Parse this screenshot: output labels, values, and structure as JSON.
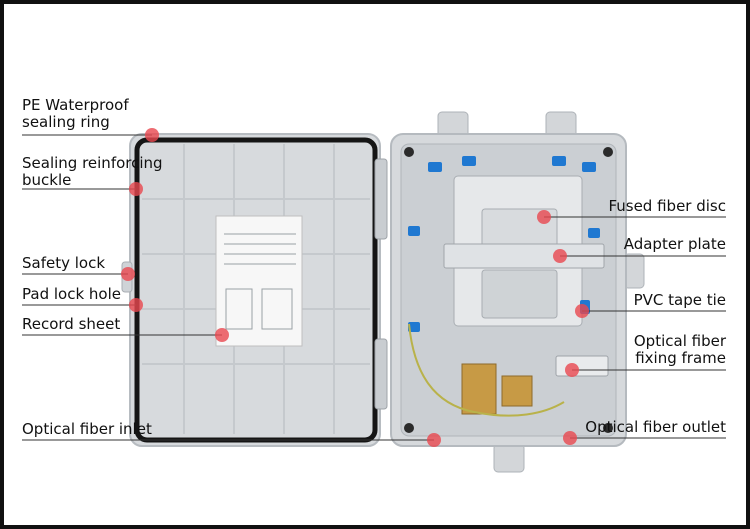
{
  "labels_left": [
    {
      "key": "pe",
      "text_lines": [
        "PE Waterproof",
        "sealing ring"
      ]
    },
    {
      "key": "buckle",
      "text_lines": [
        "Sealing reinforcing",
        "buckle"
      ]
    },
    {
      "key": "safety",
      "text_lines": [
        "Safety lock"
      ]
    },
    {
      "key": "padlock",
      "text_lines": [
        "Pad lock hole"
      ]
    },
    {
      "key": "record",
      "text_lines": [
        "Record sheet"
      ]
    },
    {
      "key": "inlet",
      "text_lines": [
        "Optical fiber inlet"
      ]
    }
  ],
  "labels_right": [
    {
      "key": "fused",
      "text_lines": [
        "Fused fiber disc"
      ]
    },
    {
      "key": "adapter",
      "text_lines": [
        "Adapter plate"
      ]
    },
    {
      "key": "pvc",
      "text_lines": [
        "PVC tape tie"
      ]
    },
    {
      "key": "fixing",
      "text_lines": [
        "Optical fiber",
        "fixing frame"
      ]
    },
    {
      "key": "outlet",
      "text_lines": [
        "Optical fiber outlet"
      ]
    }
  ],
  "colors": {
    "marker": "#e8474f",
    "leader_line": "#333333",
    "box_body": "#d6d9dc",
    "gasket": "#151515",
    "adapter_blue": "#1f78d1",
    "metal_bracket": "#c79a45"
  }
}
